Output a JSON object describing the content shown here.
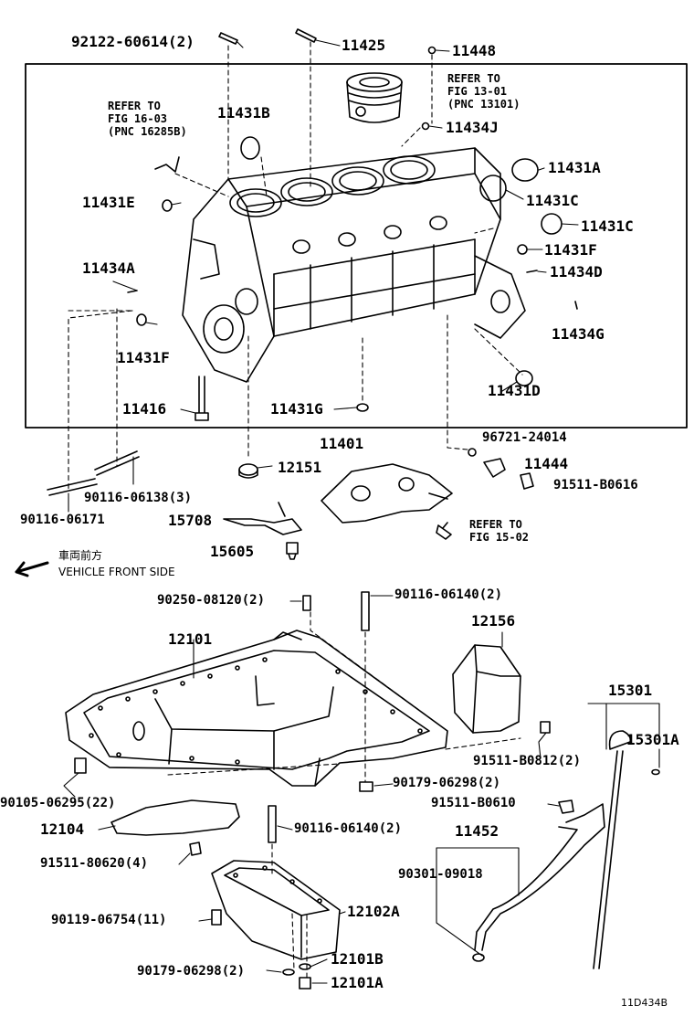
{
  "diagram_code": "11D434B",
  "front_note": {
    "jp": "車両前方",
    "en": "VEHICLE FRONT SIDE"
  },
  "refer_notes": {
    "piston": [
      "REFER TO",
      "FIG 13-01",
      "(PNC 13101)"
    ],
    "left": [
      "REFER TO",
      "FIG 16-03",
      "(PNC 16285B)"
    ],
    "bottom": [
      "REFER TO",
      "FIG 15-02"
    ]
  },
  "labels": {
    "p92122": "92122-60614(2)",
    "p11425": "11425",
    "p11448": "11448",
    "p11431B": "11431B",
    "p11434J": "11434J",
    "p11431A": "11431A",
    "p11431E": "11431E",
    "p11431C_1": "11431C",
    "p11431C_2": "11431C",
    "p11431F_r": "11431F",
    "p11434A": "11434A",
    "p11434D": "11434D",
    "p11434G": "11434G",
    "p11431F_l": "11431F",
    "p11416": "11416",
    "p11431G": "11431G",
    "p11431D": "11431D",
    "p11401": "11401",
    "p96721": "96721-24014",
    "p12151": "12151",
    "p11444": "11444",
    "p91511_B0616": "91511-B0616",
    "p90116_06138": "90116-06138(3)",
    "p90116_06171": "90116-06171",
    "p15708": "15708",
    "p15605": "15605",
    "p90250": "90250-08120(2)",
    "p90116_06140_a": "90116-06140(2)",
    "p12101": "12101",
    "p12156": "12156",
    "p15301": "15301",
    "p15301A": "15301A",
    "p91511_B0812": "91511-B0812(2)",
    "p90105": "90105-06295(22)",
    "p90179_a": "90179-06298(2)",
    "p91511_B0610": "91511-B0610",
    "p12104": "12104",
    "p90116_06140_b": "90116-06140(2)",
    "p11452": "11452",
    "p91511_80620": "91511-80620(4)",
    "p90301": "90301-09018",
    "p12102A": "12102A",
    "p90119": "90119-06754(11)",
    "p12101B": "12101B",
    "p90179_b": "90179-06298(2)",
    "p12101A": "12101A"
  }
}
